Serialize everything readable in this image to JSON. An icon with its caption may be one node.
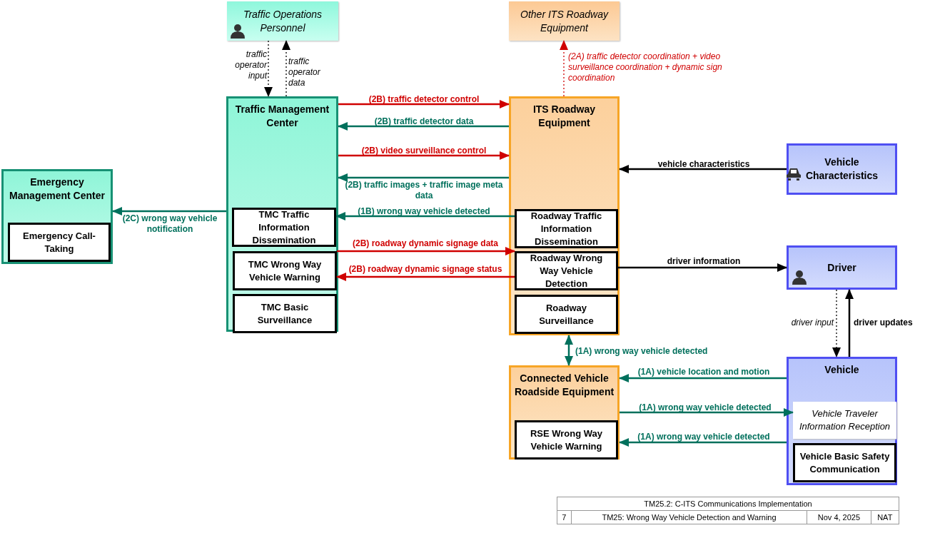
{
  "diagram": {
    "nodes": [
      {
        "text": [
          "Traffic Operations Personnel"
        ]
      },
      {
        "text": [
          "Other ITS Roadway Equipment"
        ]
      },
      {
        "text": [
          "Emergency Management Center"
        ]
      },
      {
        "text": [
          "Emergency Call-Taking"
        ],
        "in": 2
      },
      {
        "text": [
          "Traffic Management Center"
        ]
      },
      {
        "text": [
          "TMC Traffic Information Dissemination"
        ],
        "in": 4
      },
      {
        "text": [
          "TMC Wrong Way Vehicle Warning"
        ],
        "in": 4
      },
      {
        "text": [
          "TMC Basic Surveillance"
        ],
        "in": 4
      },
      {
        "text": [
          "ITS Roadway Equipment"
        ]
      },
      {
        "text": [
          "Roadway Traffic Information Dissemination"
        ],
        "in": 8
      },
      {
        "text": [
          "Roadway Wrong Way Vehicle Detection"
        ],
        "in": 8
      },
      {
        "text": [
          "Roadway Surveillance"
        ],
        "in": 8
      },
      {
        "text": [
          "Vehicle Characteristics"
        ]
      },
      {
        "text": [
          "Driver"
        ]
      },
      {
        "text": [
          "Connected Vehicle Roadside Equipment"
        ]
      },
      {
        "text": [
          "RSE Wrong Way Vehicle Warning"
        ],
        "in": 14
      },
      {
        "text": [
          "Vehicle"
        ]
      },
      {
        "text": [
          "Vehicle Traveler Information Reception"
        ],
        "in": 16
      },
      {
        "text": [
          "Vehicle Basic Safety Communication"
        ],
        "in": 16
      }
    ],
    "edges": [
      {
        "from": 0,
        "to": 4,
        "arrow": "to",
        "label": "traffic operator input",
        "style": "dashed",
        "color": "#000000"
      },
      {
        "from": 4,
        "to": 0,
        "arrow": "to",
        "label": "traffic operator data",
        "style": "dashed",
        "color": "#000000"
      },
      {
        "from": 8,
        "to": 1,
        "arrow": "to",
        "label": "(2A) traffic detector coordination + video surveillance coordination + dynamic sign coordination",
        "style": "dashed",
        "color": "#d00000"
      },
      {
        "from": 4,
        "to": 8,
        "arrow": "to",
        "label": "(2B) traffic detector control",
        "color": "#d00000"
      },
      {
        "from": 8,
        "to": 4,
        "arrow": "to",
        "label": "(2B) traffic detector data"
      },
      {
        "from": 4,
        "to": 8,
        "arrow": "to",
        "label": "(2B) video surveillance control",
        "color": "#d00000"
      },
      {
        "from": 8,
        "to": 4,
        "arrow": "to",
        "label": "(2B) traffic images + traffic image meta data"
      },
      {
        "from": 12,
        "to": 8,
        "arrow": "to",
        "label": "vehicle characteristics",
        "color": "#000000"
      },
      {
        "from": 9,
        "to": 5,
        "arrow": "to",
        "label": "(1B) wrong way vehicle detected"
      },
      {
        "from": 4,
        "to": 2,
        "arrow": "to",
        "label": "(2C) wrong way vehicle notification"
      },
      {
        "from": 6,
        "to": 10,
        "arrow": "to",
        "label": "(2B) roadway dynamic signage data",
        "color": "#d00000"
      },
      {
        "from": 10,
        "to": 6,
        "arrow": "to",
        "label": "(2B) roadway dynamic signage status",
        "color": "#d00000"
      },
      {
        "from": 10,
        "to": 13,
        "arrow": "to",
        "label": "driver information",
        "color": "#000000"
      },
      {
        "from": 13,
        "to": 16,
        "arrow": "to",
        "label": "driver input",
        "style": "dashed",
        "color": "#000000"
      },
      {
        "from": 16,
        "to": 13,
        "arrow": "to",
        "label": "driver updates",
        "color": "#000000"
      },
      {
        "from": 8,
        "to": 14,
        "arrow": "both",
        "label": "(1A) wrong way vehicle detected"
      },
      {
        "from": 16,
        "to": 14,
        "arrow": "to",
        "label": "(1A) vehicle location and motion"
      },
      {
        "from": 14,
        "to": 17,
        "arrow": "to",
        "label": "(1A) wrong way vehicle detected"
      },
      {
        "from": 16,
        "to": 14,
        "arrow": "to",
        "label": "(1A) wrong way vehicle detected"
      }
    ],
    "labels": [
      "TM25.2: C-ITS Communications Implementation",
      "7",
      "TM25: Wrong Way Vehicle Detection and Warning",
      "Nov 4, 2025",
      "NAT"
    ]
  }
}
